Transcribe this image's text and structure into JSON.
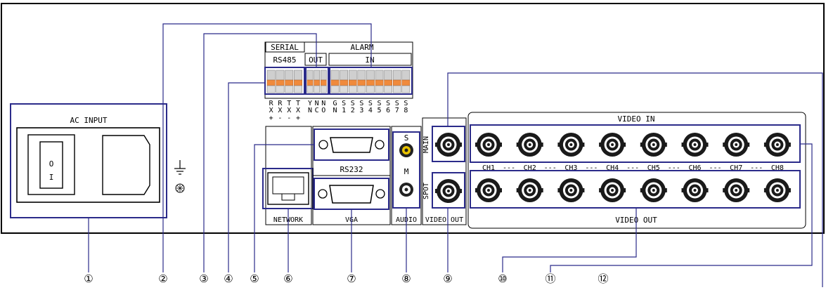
{
  "labels": {
    "ac_input": "AC INPUT",
    "serial": "SERIAL",
    "rs485": "RS485",
    "alarm": "ALARM",
    "out": "OUT",
    "in": "IN",
    "video_in": "VIDEO IN",
    "video_out_bottom": "VIDEO OUT",
    "video_out_small": "VIDEO OUT",
    "network": "NETWORK",
    "vga": "VGA",
    "rs232": "RS232",
    "audio": "AUDIO",
    "audio_s": "S",
    "audio_m": "M",
    "main": "MAIN",
    "spot": "SPOT",
    "switch_on": "O",
    "switch_off": "I"
  },
  "rs485_terms": [
    {
      "top": "R",
      "mid": "X",
      "sign": "+"
    },
    {
      "top": "R",
      "mid": "X",
      "sign": "-"
    },
    {
      "top": "T",
      "mid": "X",
      "sign": "-"
    },
    {
      "top": "T",
      "mid": "X",
      "sign": "+"
    }
  ],
  "alarm_out_terms": [
    {
      "top": "Y",
      "mid": "N"
    },
    {
      "top": "N",
      "mid": "C"
    },
    {
      "top": "N",
      "mid": "O"
    }
  ],
  "alarm_in_terms": [
    {
      "top": "G",
      "mid": "N"
    },
    {
      "top": "S",
      "mid": "1"
    },
    {
      "top": "S",
      "mid": "2"
    },
    {
      "top": "S",
      "mid": "3"
    },
    {
      "top": "S",
      "mid": "4"
    },
    {
      "top": "S",
      "mid": "5"
    },
    {
      "top": "S",
      "mid": "6"
    },
    {
      "top": "S",
      "mid": "7"
    },
    {
      "top": "S",
      "mid": "8"
    }
  ],
  "channels": [
    "CH1",
    "CH2",
    "CH3",
    "CH4",
    "CH5",
    "CH6",
    "CH7",
    "CH8"
  ],
  "callouts": [
    "①",
    "②",
    "③",
    "④",
    "⑤",
    "⑥",
    "⑦",
    "⑧",
    "⑨",
    "⑩",
    "⑪",
    "⑫"
  ]
}
